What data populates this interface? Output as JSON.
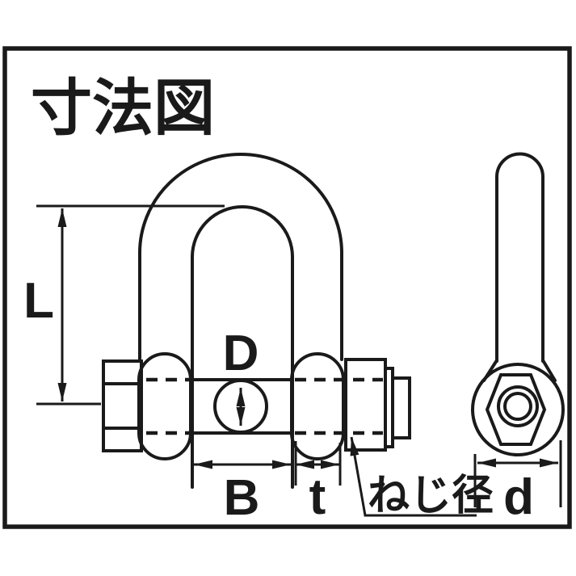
{
  "title": "寸法図",
  "colors": {
    "line": "#1a1a1a",
    "background": "#ffffff"
  },
  "dimension_labels": {
    "length": "L",
    "pin_diameter": "D",
    "inside_width": "B",
    "eye_thickness": "t",
    "screw_diameter": "ねじ径",
    "shank_diameter": "d"
  }
}
